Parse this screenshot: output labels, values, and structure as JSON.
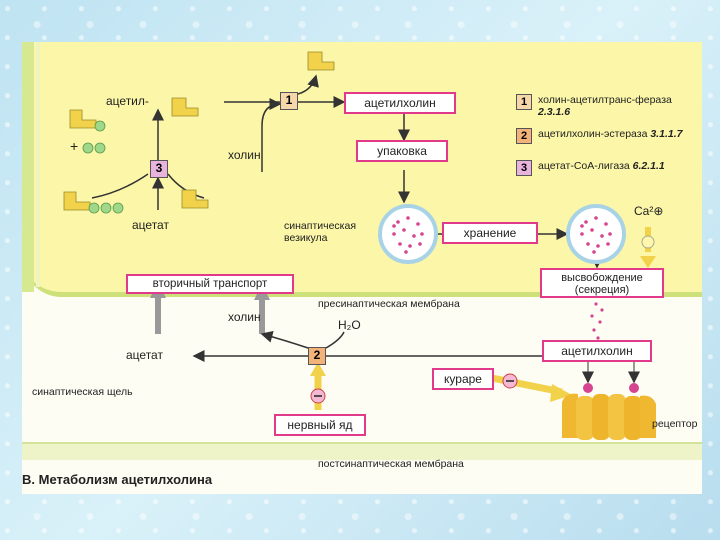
{
  "figure": {
    "caption": "B. Метаболизм ацетилхолина",
    "membranes": {
      "presynaptic": "пресинаптическая мембрана",
      "postsynaptic": "постсинаптическая мембрана",
      "cleft": "синаптическая щель"
    },
    "nodes": {
      "acetyl": "ацетил-",
      "choline_top": "холин",
      "acetate_top": "ацетат",
      "ach_top": "ацетилхолин",
      "packing": "упаковка",
      "vesicle": "синаптическая везикула",
      "storage": "хранение",
      "release": "высвобождение (секреция)",
      "secondary_transport": "вторичный транспорт",
      "choline_bottom": "холин",
      "water": "H₂O",
      "acetate_bottom": "ацетат",
      "ach_bottom": "ацетилхолин",
      "curare": "кураре",
      "nerve_gas": "нервный яд",
      "receptor": "рецептор",
      "calcium": "Ca²⊕",
      "minus": "−",
      "plus": "+"
    },
    "enzyme_badges": [
      "1",
      "2",
      "3"
    ],
    "legend": [
      {
        "num": "1",
        "name": "холин-ацетилтранс-ферaза",
        "ec": "2.3.1.6",
        "color": "#f6d7a9"
      },
      {
        "num": "2",
        "name": "ацетилхолин-эстераза",
        "ec": "3.1.1.7",
        "color": "#f3b27a"
      },
      {
        "num": "3",
        "name": "ацетат-CoA-лигаза",
        "ec": "6.2.1.1",
        "color": "#e8b4dd"
      }
    ],
    "colors": {
      "box_border": "#e23a8a",
      "cytoplasm": "#fbf6a8",
      "enzyme_badge": "#f6d7a9",
      "vesicle_dots": "#d6458f"
    }
  }
}
